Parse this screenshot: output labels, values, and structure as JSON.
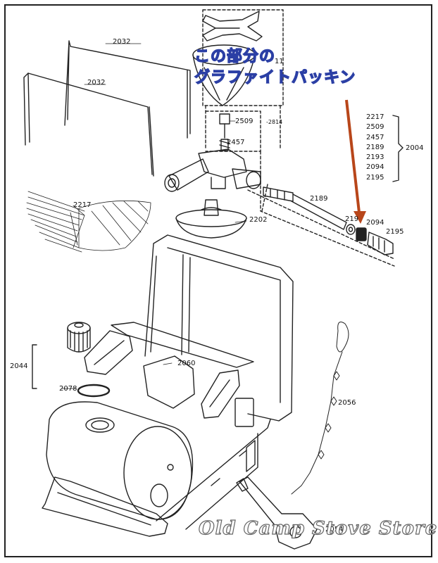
{
  "parts": {
    "p2032_top": "2032",
    "p2032_inner": "2032",
    "p2217": "2217",
    "p2509": "2509",
    "p2814": "-2814",
    "p2457": "2457",
    "p2189": "2189",
    "p219x": "219",
    "p2094": "2094",
    "p2195": "2195",
    "p2202": "2202",
    "p2060": "2060",
    "p2044": "2044",
    "p2078": "2078",
    "p2056": "2056",
    "p2054": "2054",
    "p2004": "2004",
    "p2111": "11"
  },
  "kit_list": [
    "2217",
    "2509",
    "2457",
    "2189",
    "2193",
    "2094",
    "2195"
  ],
  "callout": {
    "line1": "この部分の",
    "line2": "グラファイトパッキン"
  },
  "watermark": "Old Camp Stove Store",
  "colors": {
    "line": "#222222",
    "callout_fill": "#ffffff",
    "callout_outline": "#2b3fa5",
    "arrow": "#b8461a",
    "watermark_outline": "#666666"
  }
}
